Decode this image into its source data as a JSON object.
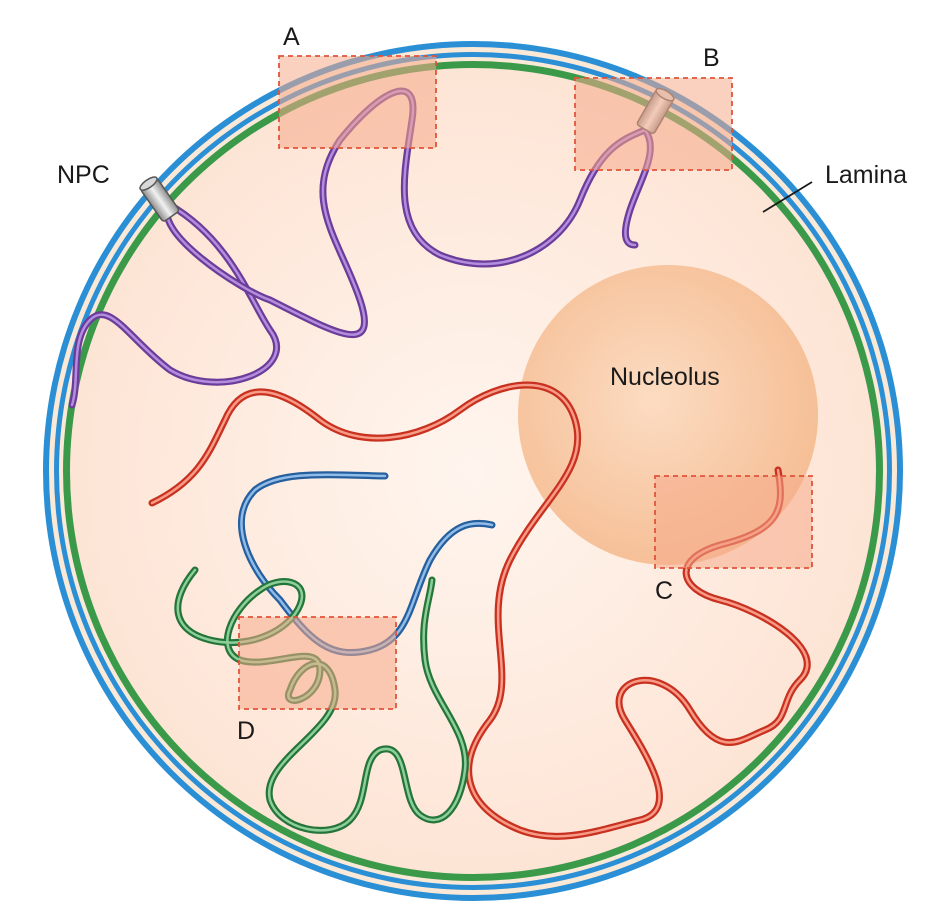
{
  "labels": {
    "a": "A",
    "b": "B",
    "c": "C",
    "d": "D",
    "npc": "NPC",
    "lamina": "Lamina",
    "nucleolus": "Nucleolus"
  },
  "colors": {
    "envelope_outer": "#2b8fd6",
    "envelope_inner": "#3a9a4a",
    "nucleoplasm": "#fdeadf",
    "nucleolus": "#f8c9a6",
    "chromosome_purple": "#8a5bb8",
    "chromosome_red": "#e8452f",
    "chromosome_blue": "#3d7fc2",
    "chromosome_green": "#3a9a50",
    "region_box": "#e0543a"
  }
}
